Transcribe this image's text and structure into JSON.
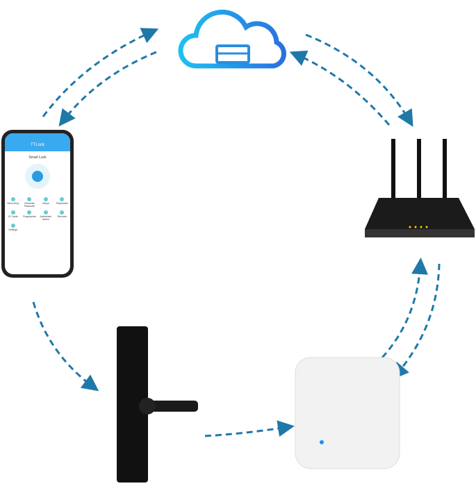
{
  "phone": {
    "app_title": "TTLock",
    "screen_title": "Smart Lock",
    "menu": [
      "Send eKey",
      "Generate Passcode",
      "eKeys",
      "Passcodes",
      "IC Cards",
      "Fingerprints",
      "Authorized Admin",
      "Records",
      "Settings"
    ]
  },
  "colors": {
    "arrow": "#1f78a8",
    "cloud": "#2aa6e8"
  }
}
